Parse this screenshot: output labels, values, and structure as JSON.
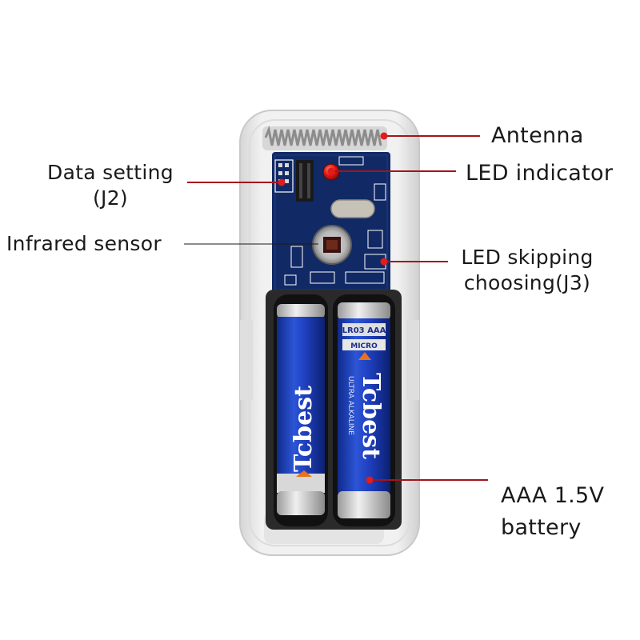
{
  "labels": {
    "antenna": "Antenna",
    "led_indicator": "LED indicator",
    "data_setting": [
      "Data setting",
      "(J2)"
    ],
    "infrared_sensor": "Infrared sensor",
    "led_skipping": [
      "LED skipping",
      "choosing(J3)"
    ],
    "battery": [
      "AAA 1.5V",
      "battery"
    ]
  },
  "batteries": {
    "brand": "Tcbest",
    "type_code": "LR03 AAA",
    "subtitle": "ULTRA ALKALINE",
    "size_word": "MICRO"
  },
  "colors": {
    "callout_line": "#a3141c",
    "callout_dot": "#e21b1b",
    "pcb": "#112a66",
    "battery_blue": "#1f3fbf",
    "housing": "#e9e9e9",
    "label_text": "#1a1a1a"
  }
}
